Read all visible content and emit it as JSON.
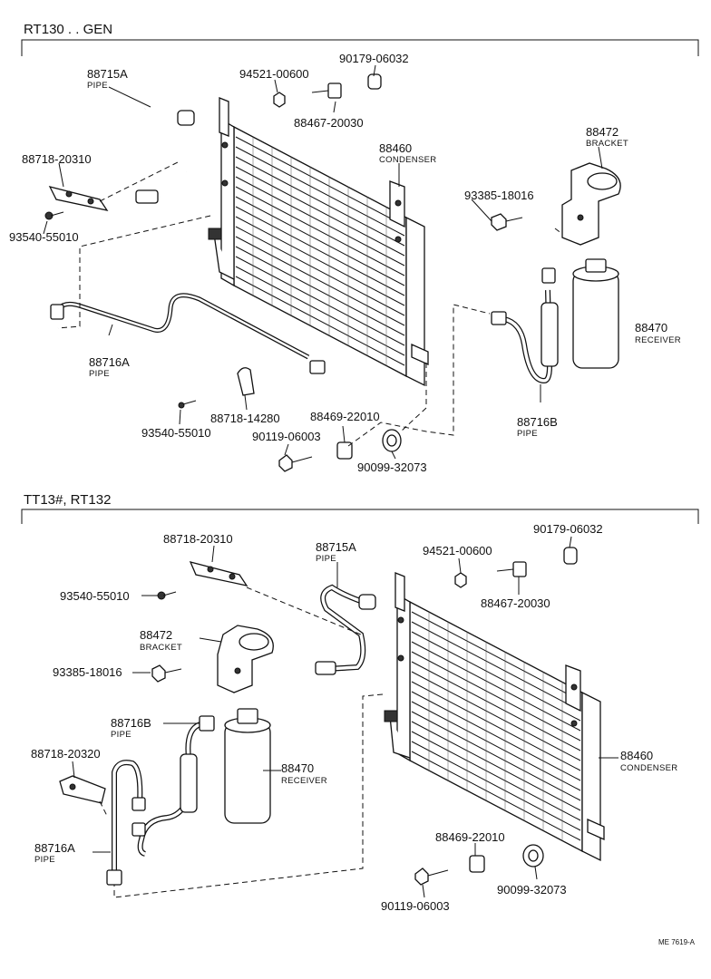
{
  "sections": [
    {
      "title": "RT130 . . GEN",
      "labels": {
        "p88715A": {
          "num": "88715A",
          "name": "PIPE"
        },
        "p94521": {
          "num": "94521-00600"
        },
        "p90179": {
          "num": "90179-06032"
        },
        "p88467": {
          "num": "88467-20030"
        },
        "p88460": {
          "num": "88460",
          "name": "CONDENSER"
        },
        "p88472": {
          "num": "88472",
          "name": "BRACKET"
        },
        "p88718a": {
          "num": "88718-20310"
        },
        "p93385": {
          "num": "93385-18016"
        },
        "p93540a": {
          "num": "93540-55010"
        },
        "p88470": {
          "num": "88470",
          "name": "RECEIVER"
        },
        "p88716A": {
          "num": "88716A",
          "name": "PIPE"
        },
        "p88716B": {
          "num": "88716B",
          "name": "PIPE"
        },
        "p93540b": {
          "num": "93540-55010"
        },
        "p88718b": {
          "num": "88718-14280"
        },
        "p88469": {
          "num": "88469-22010"
        },
        "p90119": {
          "num": "90119-06003"
        },
        "p90099": {
          "num": "90099-32073"
        }
      }
    },
    {
      "title": "TT13#, RT132",
      "labels": {
        "p88718a": {
          "num": "88718-20310"
        },
        "p88715A": {
          "num": "88715A",
          "name": "PIPE"
        },
        "p90179": {
          "num": "90179-06032"
        },
        "p94521": {
          "num": "94521-00600"
        },
        "p93540": {
          "num": "93540-55010"
        },
        "p88467": {
          "num": "88467-20030"
        },
        "p88472": {
          "num": "88472",
          "name": "BRACKET"
        },
        "p93385": {
          "num": "93385-18016"
        },
        "p88716B": {
          "num": "88716B",
          "name": "PIPE"
        },
        "p88470": {
          "num": "88470",
          "name": "RECEIVER"
        },
        "p88460": {
          "num": "88460",
          "name": "CONDENSER"
        },
        "p88718b": {
          "num": "88718-20320"
        },
        "p88716A": {
          "num": "88716A",
          "name": "PIPE"
        },
        "p88469": {
          "num": "88469-22010"
        },
        "p90099": {
          "num": "90099-32073"
        },
        "p90119": {
          "num": "90119-06003"
        }
      }
    }
  ],
  "footer_code": "ME 7619-A"
}
